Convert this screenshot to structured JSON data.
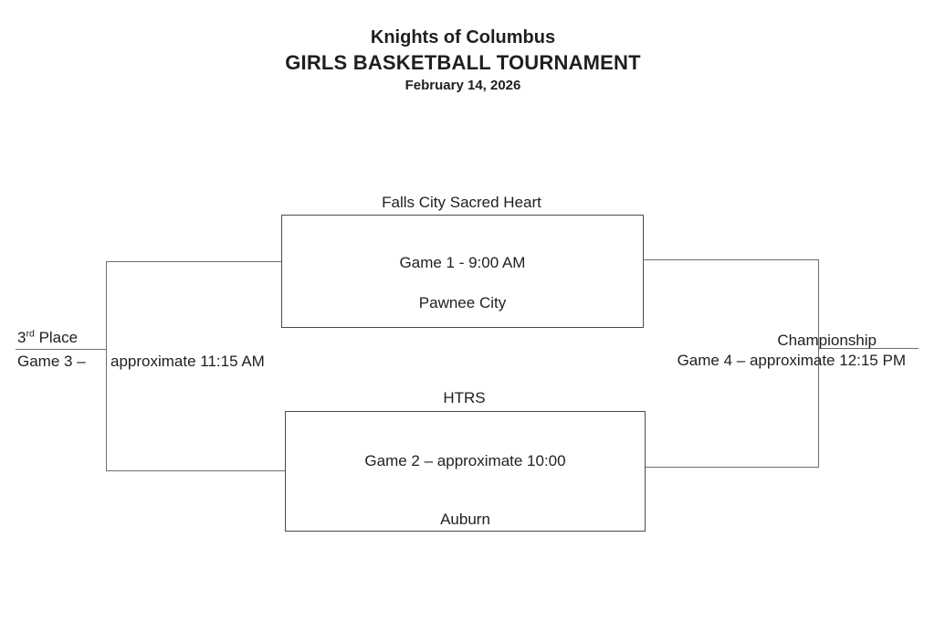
{
  "title": {
    "organization": "Knights of Columbus",
    "event": "GIRLS BASKETBALL TOURNAMENT",
    "date": "February 14, 2026"
  },
  "bracket": {
    "game1": {
      "top_team": "Falls City Sacred Heart",
      "label": "Game 1 - 9:00 AM",
      "bottom_team": "Pawnee City"
    },
    "game2": {
      "top_team": "HTRS",
      "label": "Game 2 – approximate 10:00",
      "bottom_team": "Auburn"
    },
    "third_place": {
      "num": "3",
      "suffix": "rd",
      "rest": " Place",
      "game_label": "Game 3 –",
      "time_label": "approximate 11:15 AM"
    },
    "championship": {
      "title": "Championship",
      "game_label": "Game 4 – approximate 12:15 PM"
    }
  },
  "colors": {
    "background": "#ffffff",
    "text": "#1f1f1f",
    "bracket_line": "#6e6e6e",
    "box_border": "#4a4a4a"
  }
}
